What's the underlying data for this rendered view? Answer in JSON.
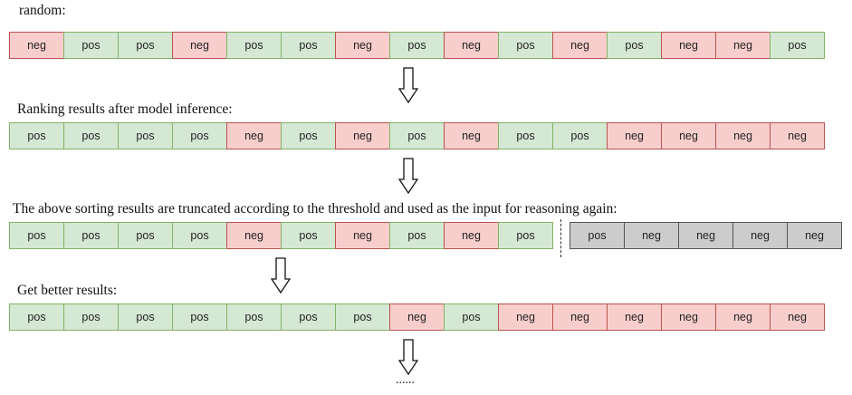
{
  "sections": [
    {
      "label": "random:",
      "cells": [
        "neg",
        "pos",
        "pos",
        "neg",
        "pos",
        "pos",
        "neg",
        "pos",
        "neg",
        "pos",
        "neg",
        "pos",
        "neg",
        "neg",
        "pos"
      ]
    },
    {
      "label": "Ranking results after model inference:",
      "cells": [
        "pos",
        "pos",
        "pos",
        "pos",
        "neg",
        "pos",
        "neg",
        "pos",
        "neg",
        "pos",
        "pos",
        "neg",
        "neg",
        "neg",
        "neg"
      ]
    },
    {
      "label": "The above sorting results are truncated according to the threshold and used as the input for reasoning again:",
      "cells": [
        "pos",
        "pos",
        "pos",
        "pos",
        "neg",
        "pos",
        "neg",
        "pos",
        "neg",
        "pos"
      ],
      "truncated": [
        "pos",
        "neg",
        "neg",
        "neg",
        "neg"
      ]
    },
    {
      "label": "Get better results:",
      "cells": [
        "pos",
        "pos",
        "pos",
        "pos",
        "pos",
        "pos",
        "pos",
        "neg",
        "pos",
        "neg",
        "neg",
        "neg",
        "neg",
        "neg",
        "neg"
      ]
    }
  ],
  "ellipsis": "......",
  "colors": {
    "pos_fill": "#d5e8d4",
    "pos_border": "#82b366",
    "neg_fill": "#f8cecc",
    "neg_border": "#b85450",
    "truncated_fill": "#cccccc"
  }
}
